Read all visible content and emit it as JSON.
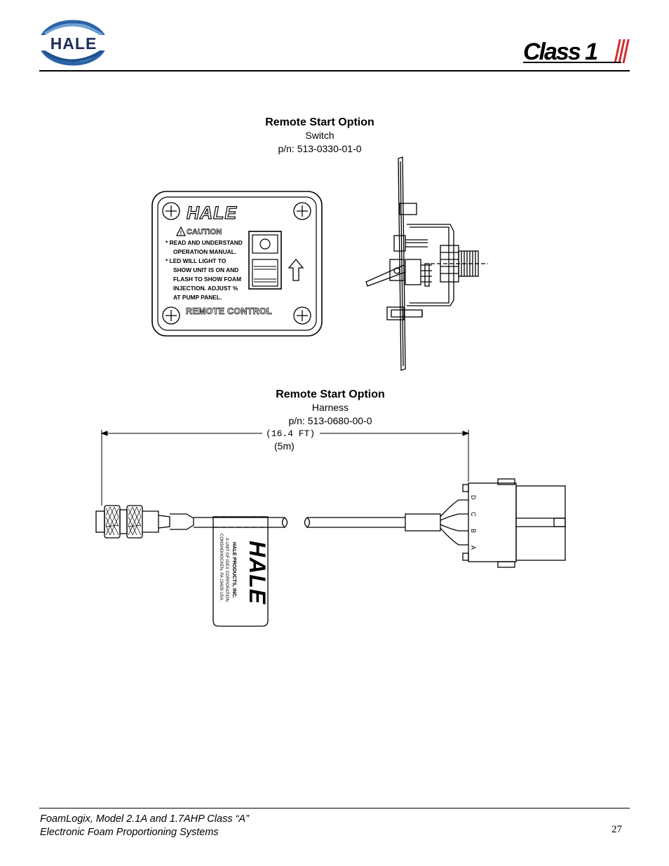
{
  "header": {
    "logo_left_text": "HALE",
    "logo_right_text": "Class 1",
    "logo_blue": "#2b62a6",
    "logo_red": "#d42a2a"
  },
  "figure_switch": {
    "title": "Remote Start Option",
    "subtitle": "Switch",
    "part_number": "p/n: 513-0330-01-0",
    "panel": {
      "brand": "HALE",
      "caution_heading": "CAUTION",
      "caution_lines": [
        "* READ AND UNDERSTAND",
        "OPERATION MANUAL.",
        "* LED WILL LIGHT TO",
        "SHOW UNIT IS ON AND",
        "FLASH TO SHOW FOAM",
        "INJECTION. ADJUST %",
        "AT PUMP PANEL."
      ],
      "footer_label": "REMOTE CONTROL"
    }
  },
  "figure_harness": {
    "title": "Remote Start Option",
    "subtitle": "Harness",
    "part_number": "p/n: 513-0680-00-0",
    "length_ft": "(16.4 FT)",
    "length_m": "(5m)",
    "pin_labels": [
      "D",
      "C",
      "B",
      "A"
    ],
    "tag": {
      "brand": "HALE",
      "line1": "HALE PRODUCTS, INC.",
      "line2": "A UNIT OF IDEX CORPORATION",
      "line3": "CONSHOHOCKEN, PA 19428 USA"
    }
  },
  "footer": {
    "line1": "FoamLogix, Model 2.1A and 1.7AHP Class “A”",
    "line2": "Electronic Foam Proportioning Systems",
    "page_number": "27"
  }
}
